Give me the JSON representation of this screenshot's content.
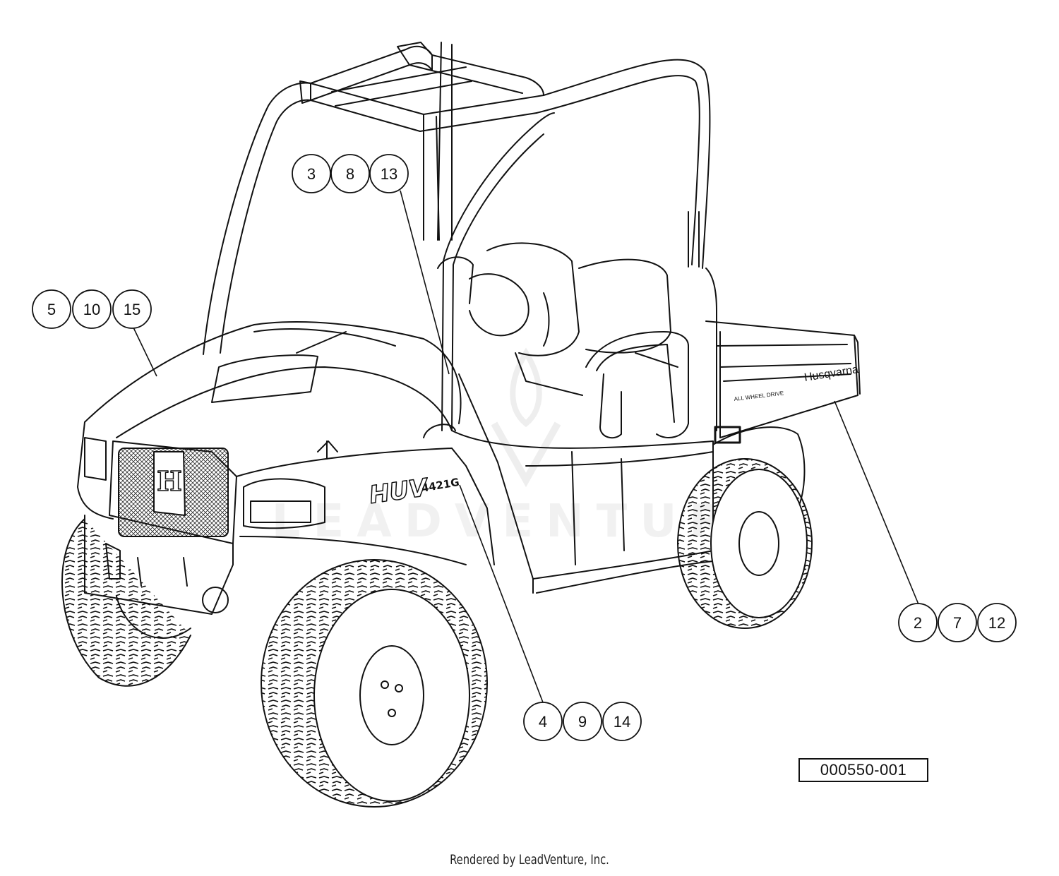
{
  "callouts": [
    {
      "id": "group-3-8-13",
      "numbers": [
        "3",
        "8",
        "13"
      ]
    },
    {
      "id": "group-5-10-15",
      "numbers": [
        "5",
        "10",
        "15"
      ]
    },
    {
      "id": "group-2-7-12",
      "numbers": [
        "2",
        "7",
        "12"
      ]
    },
    {
      "id": "group-4-9-14",
      "numbers": [
        "4",
        "9",
        "14"
      ]
    }
  ],
  "decals": {
    "model_logo": "HUV",
    "model_number": "4421G",
    "brand_decal": "Husqvarna",
    "bed_decal": "ALL WHEEL DRIVE"
  },
  "watermark": "LEADVENTURE",
  "figure_id": "000550-001",
  "footer": "Rendered by LeadVenture, Inc."
}
